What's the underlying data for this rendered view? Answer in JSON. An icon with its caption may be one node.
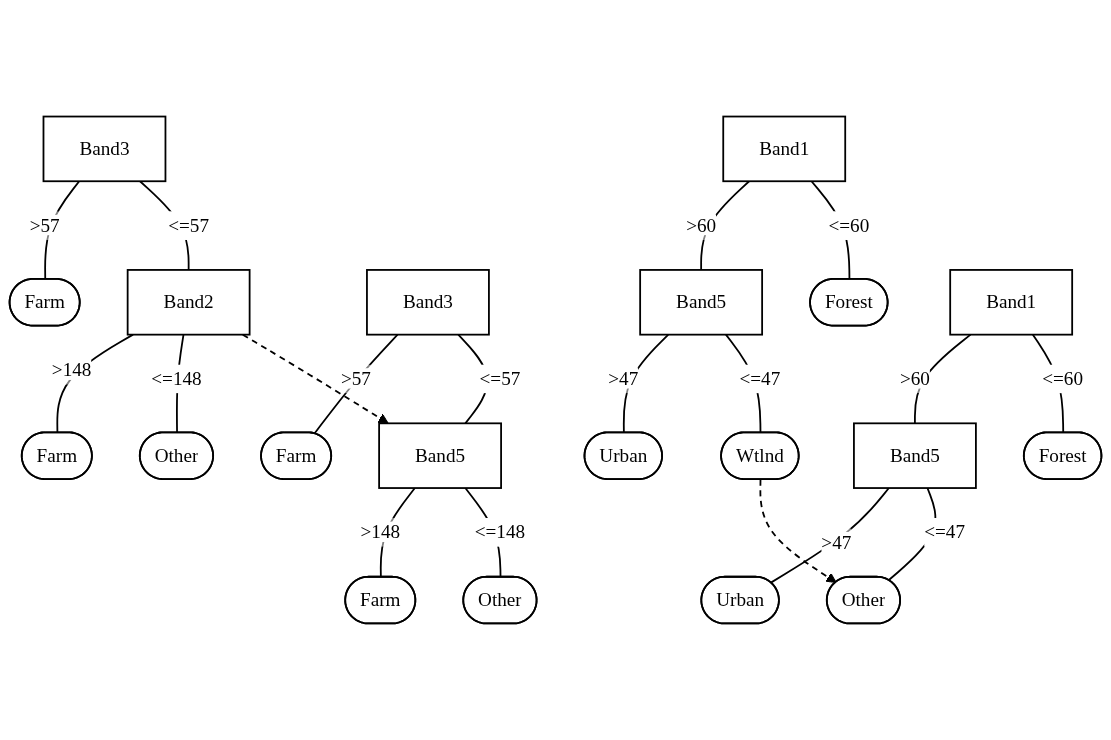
{
  "diagram": {
    "nodes": [
      {
        "text": [
          "Band3"
        ]
      },
      {
        "text": [
          "Farm"
        ]
      },
      {
        "text": [
          "Band2"
        ]
      },
      {
        "text": [
          "Farm"
        ]
      },
      {
        "text": [
          "Other"
        ]
      },
      {
        "text": [
          "Band3"
        ]
      },
      {
        "text": [
          "Farm"
        ]
      },
      {
        "text": [
          "Band5"
        ]
      },
      {
        "text": [
          "Farm"
        ]
      },
      {
        "text": [
          "Other"
        ]
      },
      {
        "text": [
          "Band1"
        ]
      },
      {
        "text": [
          "Band5"
        ]
      },
      {
        "text": [
          "Forest"
        ]
      },
      {
        "text": [
          "Urban"
        ]
      },
      {
        "text": [
          "Wtlnd"
        ]
      },
      {
        "text": [
          "Band1"
        ]
      },
      {
        "text": [
          "Band5"
        ]
      },
      {
        "text": [
          "Forest"
        ]
      },
      {
        "text": [
          "Urban"
        ]
      },
      {
        "text": [
          "Other"
        ]
      }
    ],
    "edges": [
      {
        "from": 0,
        "to": 1,
        "arrow": "none",
        "label": ">57"
      },
      {
        "from": 0,
        "to": 2,
        "arrow": "none",
        "label": "<=57"
      },
      {
        "from": 2,
        "to": 3,
        "arrow": "none",
        "label": ">148"
      },
      {
        "from": 2,
        "to": 4,
        "arrow": "none",
        "label": "<=148"
      },
      {
        "from": 5,
        "to": 6,
        "arrow": "none",
        "label": ">57"
      },
      {
        "from": 5,
        "to": 7,
        "arrow": "none",
        "label": "<=57"
      },
      {
        "from": 7,
        "to": 8,
        "arrow": "none",
        "label": ">148"
      },
      {
        "from": 7,
        "to": 9,
        "arrow": "none",
        "label": "<=148"
      },
      {
        "from": 2,
        "to": 7,
        "arrow": "to",
        "style": "dashed"
      },
      {
        "from": 10,
        "to": 11,
        "arrow": "none",
        "label": ">60"
      },
      {
        "from": 10,
        "to": 12,
        "arrow": "none",
        "label": "<=60"
      },
      {
        "from": 11,
        "to": 13,
        "arrow": "none",
        "label": ">47"
      },
      {
        "from": 11,
        "to": 14,
        "arrow": "none",
        "label": "<=47"
      },
      {
        "from": 15,
        "to": 16,
        "arrow": "none",
        "label": ">60"
      },
      {
        "from": 15,
        "to": 17,
        "arrow": "none",
        "label": "<=60"
      },
      {
        "from": 16,
        "to": 18,
        "arrow": "none",
        "label": ">47"
      },
      {
        "from": 16,
        "to": 19,
        "arrow": "none",
        "label": "<=47"
      },
      {
        "from": 14,
        "to": 19,
        "arrow": "to",
        "style": "dashed"
      }
    ]
  }
}
